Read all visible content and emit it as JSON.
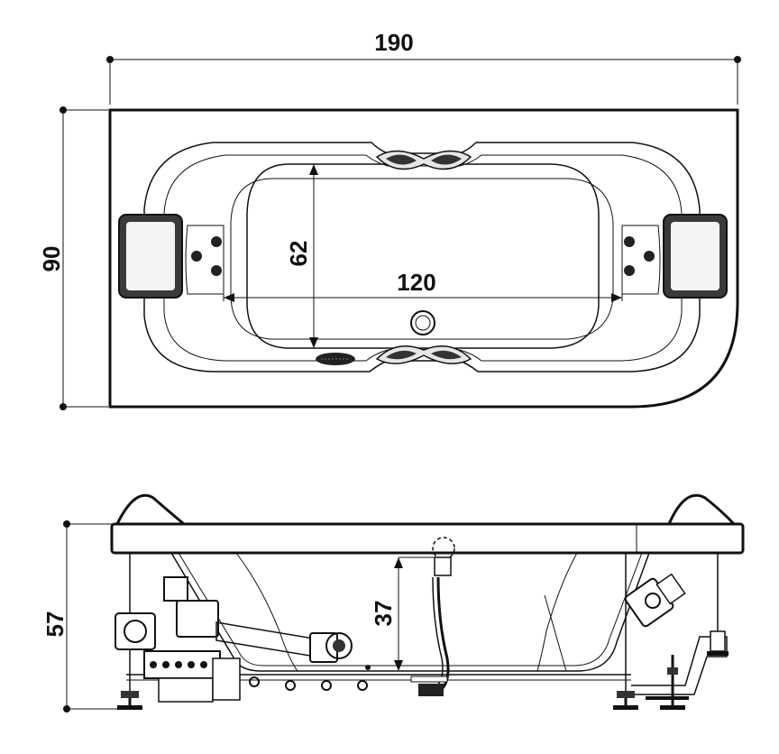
{
  "top_view": {
    "length_label": "190",
    "width_label": "90",
    "inner_width_label": "62",
    "inner_length_label": "120"
  },
  "side_view": {
    "height_label": "57",
    "depth_label": "37"
  }
}
